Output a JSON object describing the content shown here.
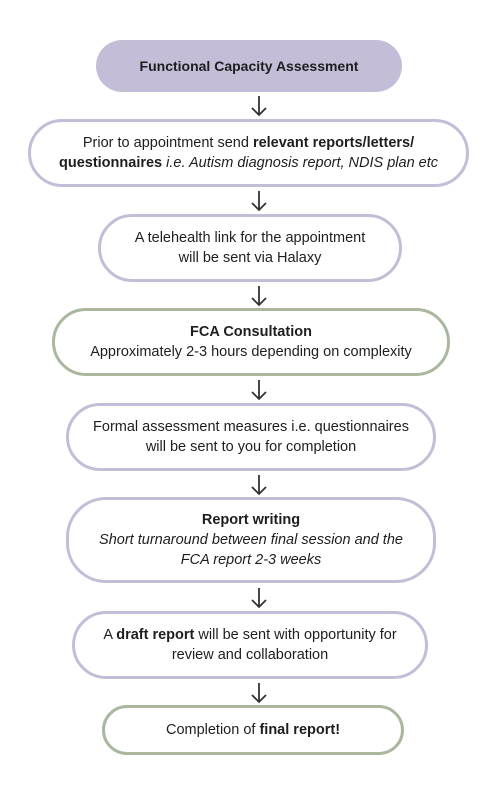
{
  "nodes": [
    {
      "title": "Functional Capacity Assessment"
    },
    {
      "pre": "Prior to appointment send ",
      "bold": "relevant reports/letters/",
      "bold2": "questionnaires",
      "italic": " i.e. Autism diagnosis report, NDIS plan etc"
    },
    {
      "line1": "A telehealth link for the appointment",
      "line2": "will be sent via Halaxy"
    },
    {
      "title": "FCA Consultation",
      "line": "Approximately 2-3 hours depending on complexity"
    },
    {
      "line1": "Formal assessment measures i.e. questionnaires",
      "line2": "will be sent to you for completion"
    },
    {
      "title": "Report writing",
      "italic1": "Short turnaround between final session and the",
      "italic2": "FCA report 2-3 weeks"
    },
    {
      "pre": "A ",
      "bold": "draft report",
      "post": " will be sent with opportunity for",
      "line2": "review and collaboration"
    },
    {
      "pre": "Completion of ",
      "bold": "final report!"
    }
  ],
  "colors": {
    "purple": "#c3bdd8",
    "green": "#a9b79f",
    "arrow": "#333333"
  }
}
